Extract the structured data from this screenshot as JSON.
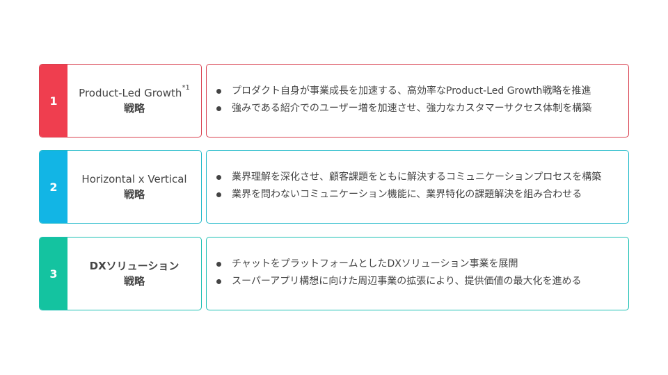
{
  "strategies": [
    {
      "number": "1",
      "name": "Product-Led Growth",
      "superscript": "*1",
      "suffix": "戦略",
      "accent": "#EF3E4F",
      "border": "#D9404F",
      "bullets": [
        "プロダクト自身が事業成長を加速する、高効率なProduct-Led Growth戦略を推進",
        "強みである紹介でのユーザー増を加速させ、強力なカスタマーサクセス体制を構築"
      ]
    },
    {
      "number": "2",
      "name": "Horizontal x Vertical",
      "superscript": "",
      "suffix": "戦略",
      "accent": "#12B5E5",
      "border": "#1CB8C8",
      "bullets": [
        "業界理解を深化させ、顧客課題をともに解決するコミュニケーションプロセスを構築",
        "業界を問わないコミュニケーション機能に、業界特化の課題解決を組み合わせる"
      ]
    },
    {
      "number": "3",
      "name": "DXソリューション",
      "superscript": "",
      "suffix": "戦略",
      "accent": "#14C3A0",
      "border": "#19BFB2",
      "bullets": [
        "チャットをプラットフォームとしたDXソリューション事業を展開",
        "スーパーアプリ構想に向けた周辺事業の拡張により、提供価値の最大化を進める"
      ]
    }
  ]
}
